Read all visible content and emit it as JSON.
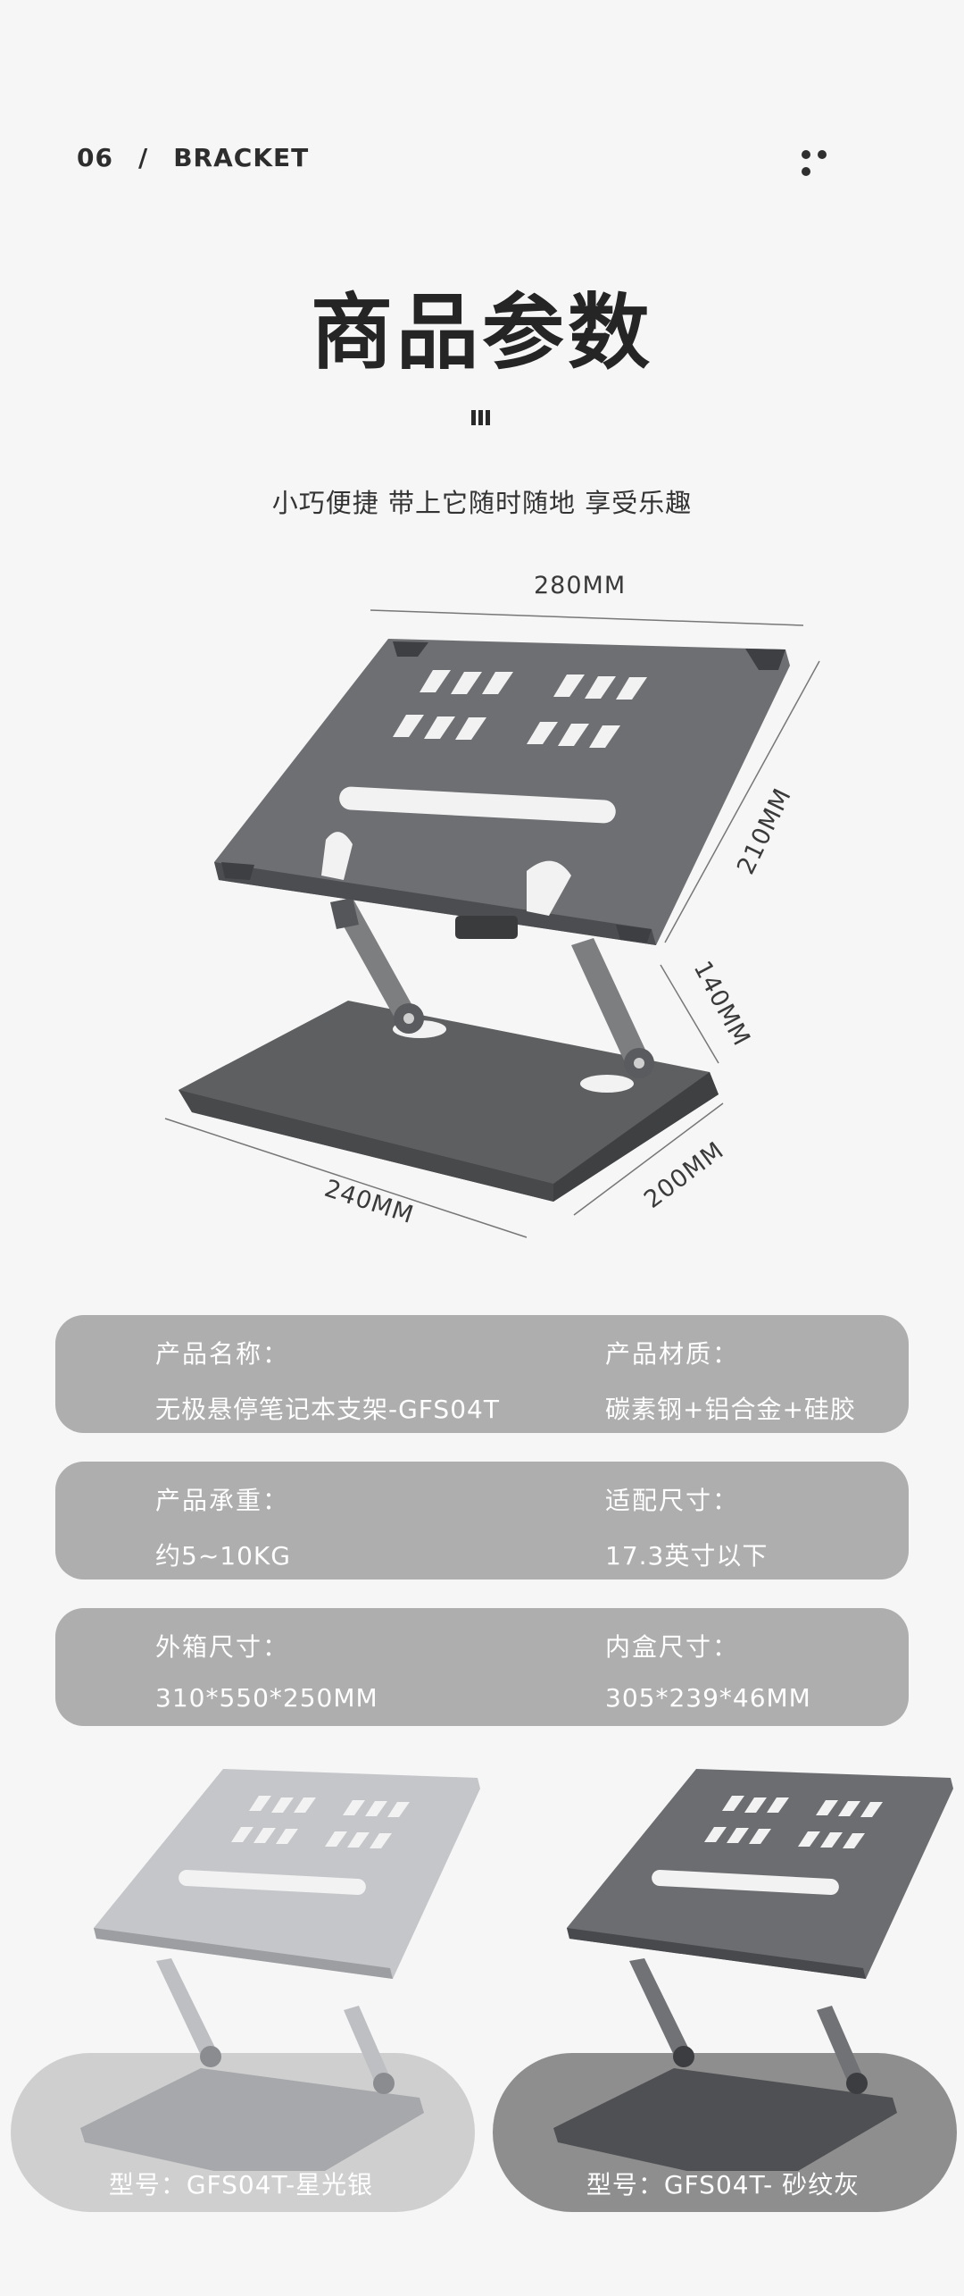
{
  "header": {
    "number": "06",
    "separator": "/",
    "section": "BRACKET"
  },
  "title": "商品参数",
  "slogan": "小巧便捷 带上它随时随地 享受乐趣",
  "dimensions": {
    "top_width": "280MM",
    "panel_depth": "210MM",
    "lift_height": "140MM",
    "base_width": "240MM",
    "base_depth": "200MM"
  },
  "specs": [
    {
      "left_label": "产品名称：",
      "left_value": "无极悬停笔记本支架-GFS04T",
      "right_label": "产品材质：",
      "right_value": "碳素钢+铝合金+硅胶"
    },
    {
      "left_label": "产品承重：",
      "left_value": "约5~10KG",
      "right_label": "适配尺寸：",
      "right_value": "17.3英寸以下"
    },
    {
      "left_label": "外箱尺寸：",
      "left_value": "310*550*250MM",
      "right_label": "内盒尺寸：",
      "right_value": "305*239*46MM"
    }
  ],
  "variants": [
    {
      "label": "型号：GFS04T-星光银",
      "panel_color": "#b9bcc0",
      "pill_color": "#d0d0d0"
    },
    {
      "label": "型号：GFS04T- 砂纹灰",
      "panel_color": "#6d6e71",
      "pill_color": "#8e8e8e"
    }
  ],
  "colors": {
    "background": "#f6f6f6",
    "spec_row": "#aeaeae",
    "stand_gray": "#6b6c6e",
    "dark_text": "#2f2f2f"
  }
}
